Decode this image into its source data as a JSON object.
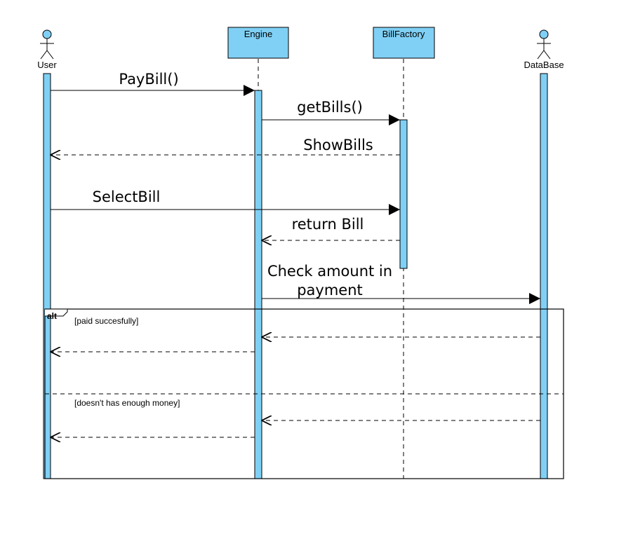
{
  "diagram": {
    "participants": {
      "user": "User",
      "engine": "Engine",
      "bill_factory": "BillFactory",
      "database": "DataBase"
    },
    "messages": {
      "pay_bill": "PayBill()",
      "get_bills": "getBills()",
      "show_bills": "ShowBills",
      "select_bill": "SelectBill",
      "return_bill": "return Bill",
      "check_amount_line1": "Check amount in",
      "check_amount_line2": "payment"
    },
    "alt_fragment": {
      "operator": "alt",
      "guard_1": "[paid succesfully]",
      "guard_2": "[doesn't has enough money]"
    },
    "colors": {
      "box_fill": "#80D0F5",
      "stroke": "#000000"
    }
  }
}
